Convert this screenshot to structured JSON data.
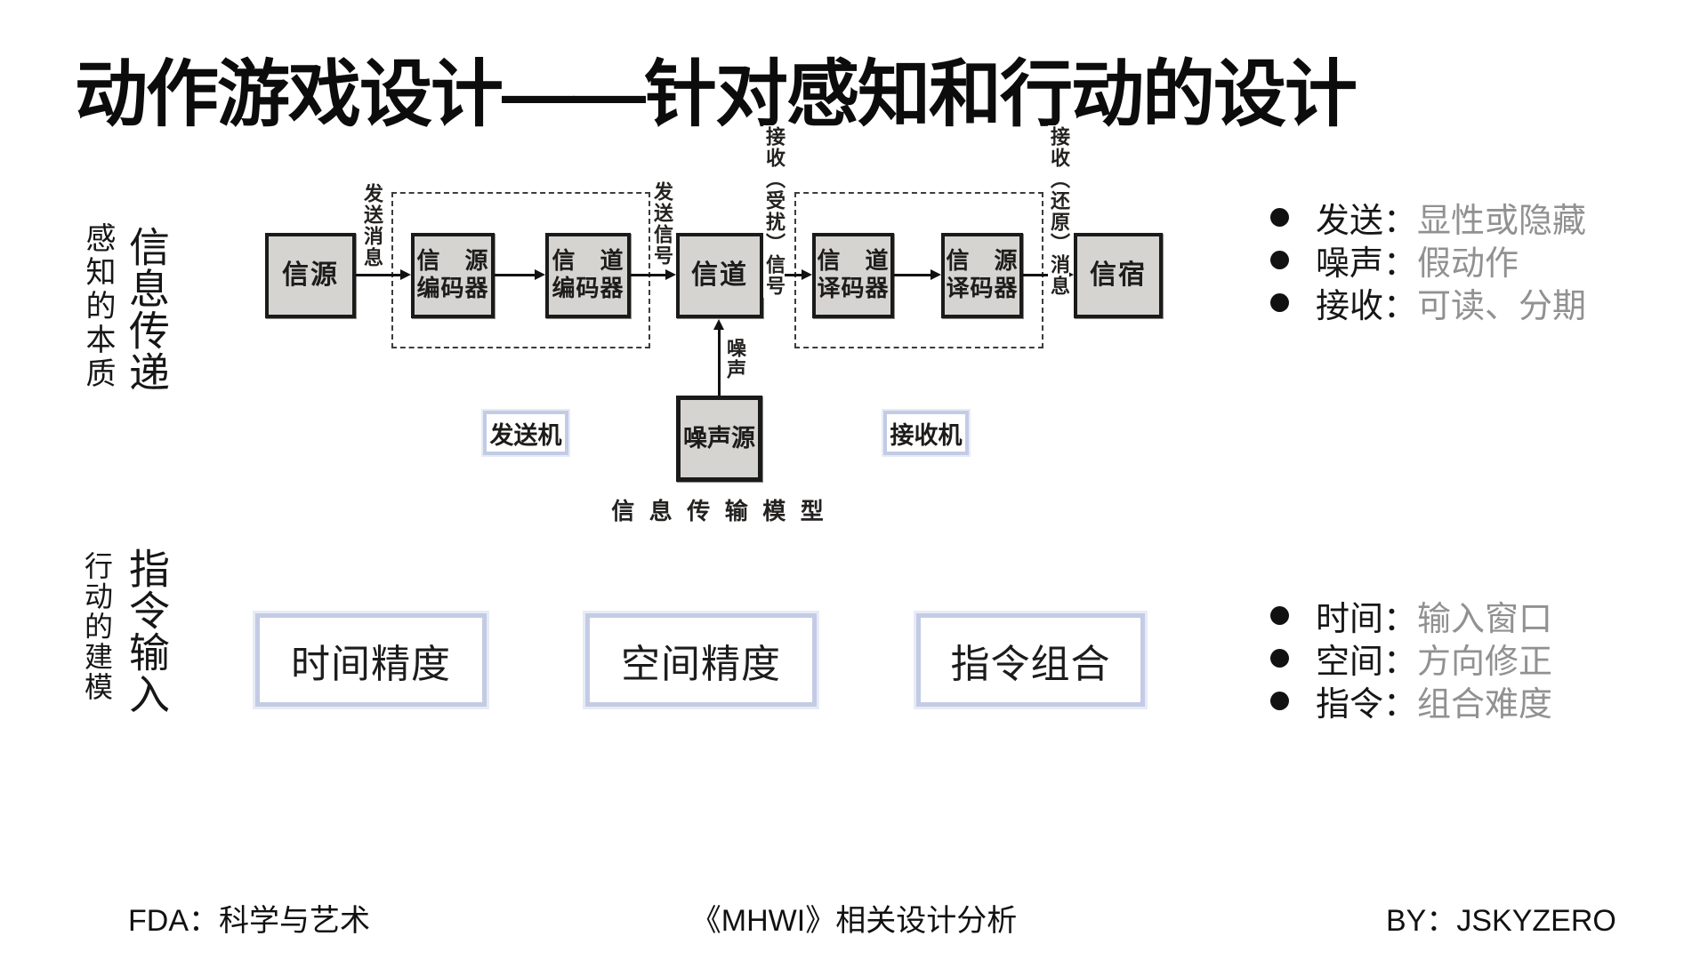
{
  "slide": {
    "title": "动作游戏设计——针对感知和行动的设计",
    "footer": {
      "left": "FDA：科学与艺术",
      "center": "《MHWI》相关设计分析",
      "right": "BY：JSKYZERO"
    }
  },
  "perception": {
    "side_label_small": "感知的本质",
    "side_label_large": "信息传递",
    "bullets": [
      {
        "label": "发送：",
        "value": "显性或隐藏"
      },
      {
        "label": "噪声：",
        "value": "假动作"
      },
      {
        "label": "接收：",
        "value": "可读、分期"
      }
    ]
  },
  "action": {
    "side_label_small": "行动的建模",
    "side_label_large": "指令输入",
    "bullets": [
      {
        "label": "时间：",
        "value": "输入窗口"
      },
      {
        "label": "空间：",
        "value": "方向修正"
      },
      {
        "label": "指令：",
        "value": "组合难度"
      }
    ],
    "boxes": [
      "时间精度",
      "空间精度",
      "指令组合"
    ]
  },
  "diagram": {
    "caption": "信 息 传 输 模 型",
    "chain": [
      "信源",
      "信　源\n编码器",
      "信　道\n编码器",
      "信道",
      "信　道\n译码器",
      "信　源\n译码器",
      "信宿"
    ],
    "flow_labels": [
      "发送消息",
      "发送信号",
      "接收（受扰）信号",
      "接收（还原）消息"
    ],
    "noise_label": "噪声",
    "noise_source_label": "噪声源",
    "transmitter_tag": "发送机",
    "receiver_tag": "接收机"
  },
  "colors": {
    "accent_box_border": "#c3cbe5",
    "accent_box_border_light": "#e7ebf6",
    "scan_box_fill": "#d6d4d0",
    "ink": "#141414",
    "muted_text": "#919191"
  }
}
